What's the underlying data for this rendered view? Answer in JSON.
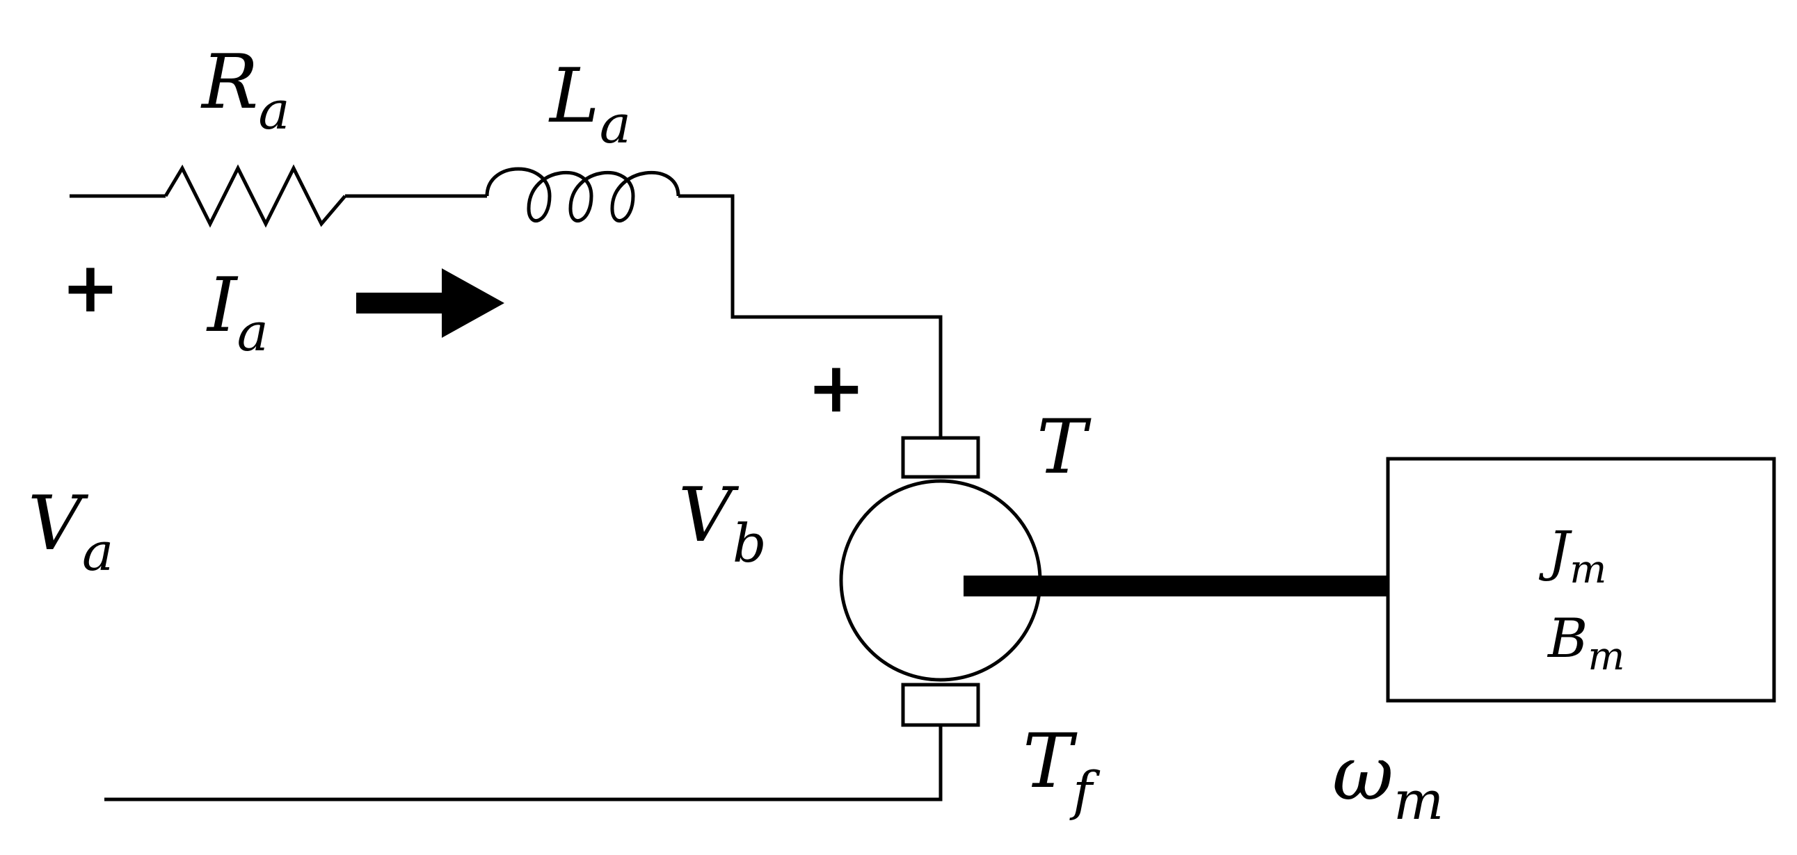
{
  "labels": {
    "resistor": {
      "main": "R",
      "sub": "a"
    },
    "inductor": {
      "main": "L",
      "sub": "a"
    },
    "current": {
      "main": "I",
      "sub": "a"
    },
    "supply_voltage": {
      "main": "V",
      "sub": "a"
    },
    "back_emf": {
      "main": "V",
      "sub": "b"
    },
    "torque": {
      "main": "T",
      "sub": ""
    },
    "friction_torque": {
      "main": "T",
      "sub": "f"
    },
    "speed": {
      "main": "ω",
      "sub": "m"
    },
    "inertia": {
      "main": "J",
      "sub": "m"
    },
    "damping": {
      "main": "B",
      "sub": "m"
    },
    "plus_supply": "+",
    "plus_back_emf": "+"
  },
  "colors": {
    "line": "#000000",
    "background": "#ffffff"
  }
}
